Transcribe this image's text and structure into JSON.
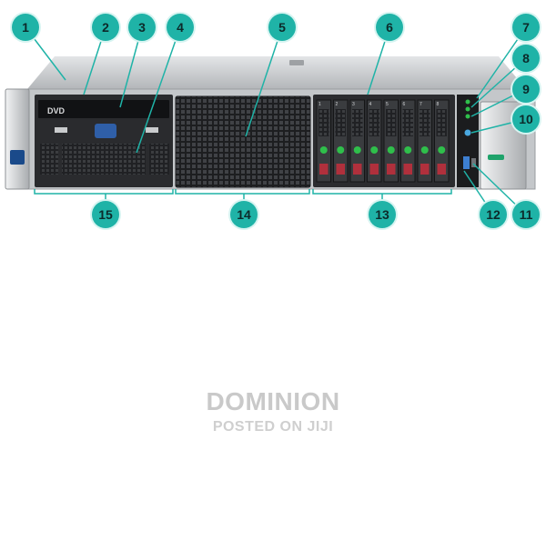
{
  "callouts": [
    {
      "number": "1"
    },
    {
      "number": "2"
    },
    {
      "number": "3"
    },
    {
      "number": "4"
    },
    {
      "number": "5"
    },
    {
      "number": "6"
    },
    {
      "number": "7"
    },
    {
      "number": "8"
    },
    {
      "number": "9"
    },
    {
      "number": "10"
    },
    {
      "number": "11"
    },
    {
      "number": "12"
    },
    {
      "number": "13"
    },
    {
      "number": "14"
    },
    {
      "number": "15"
    }
  ],
  "drive_bays": [
    {
      "label": "1"
    },
    {
      "label": "2"
    },
    {
      "label": "3"
    },
    {
      "label": "4"
    },
    {
      "label": "5"
    },
    {
      "label": "6"
    },
    {
      "label": "7"
    },
    {
      "label": "8"
    }
  ],
  "optical_drive": {
    "label": "DVD"
  },
  "watermark": {
    "brand": "DOMINION",
    "sub": "POSTED ON JIJI"
  },
  "colors": {
    "callout_fill": "#1fb3a7",
    "callout_line": "#1fb3a7",
    "chassis": "#b9bcbf",
    "bezel": "#1e1f21",
    "drive_release": "#b0303c",
    "drive_led": "#2fbf4b"
  }
}
